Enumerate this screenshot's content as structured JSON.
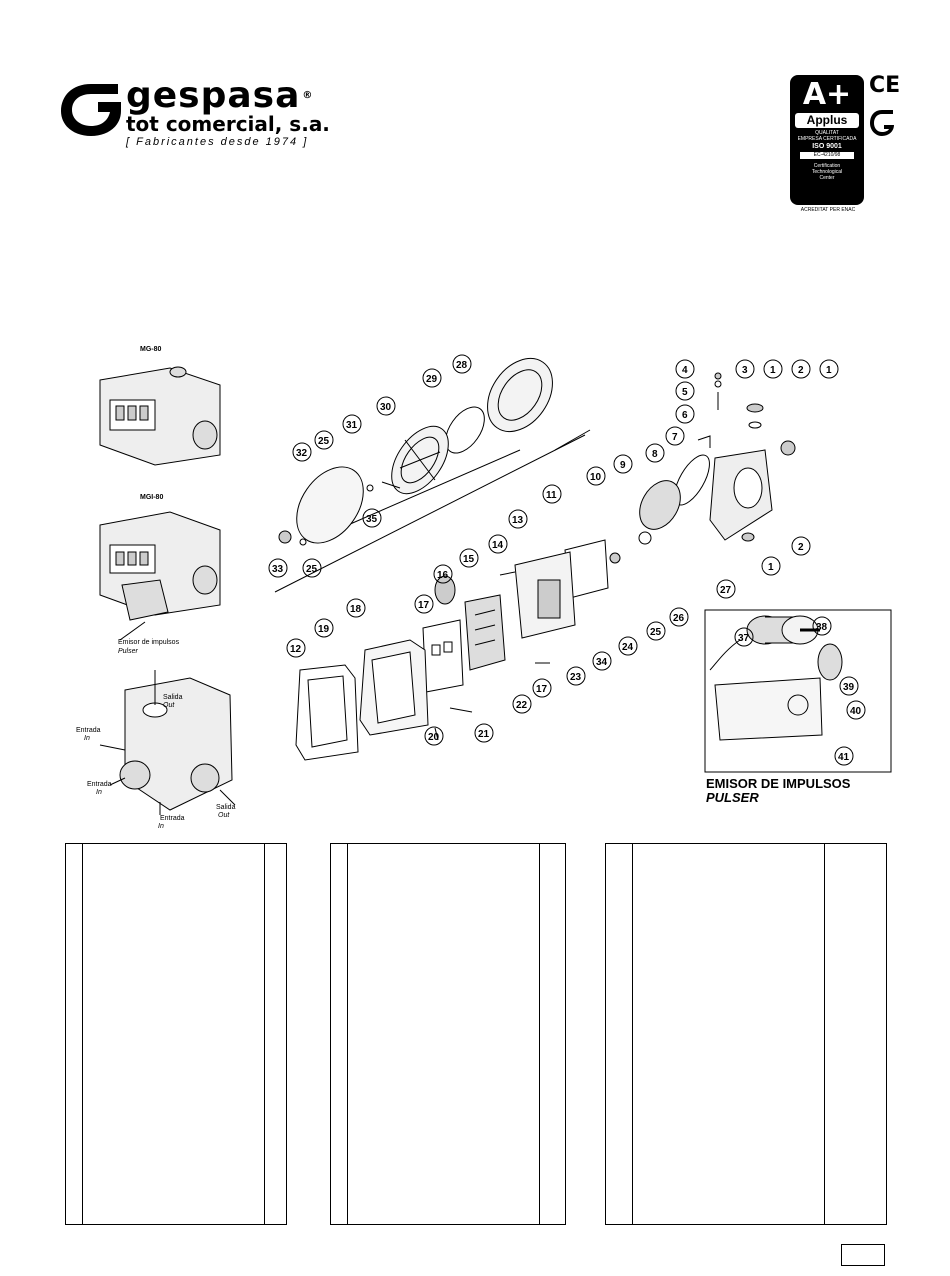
{
  "header": {
    "brand": "gespasa",
    "company": "tot comercial, s.a.",
    "tagline": "[ Fabricantes desde 1974 ]"
  },
  "certification": {
    "grade": "A+",
    "issuer": "Applus",
    "line1": "QUALITAT",
    "line2": "EMPRESA CERTIFICADA",
    "standard": "ISO 9001",
    "code": "EC-4210/98",
    "center_line1": "Certification",
    "center_line2": "Technological",
    "center_line3": "Center",
    "accreditation": "ACREDITAT PER ENAC",
    "ce_mark": "CE"
  },
  "figures": {
    "model_top": "MG-80",
    "model_mid": "MGI-80",
    "pulser_note_es": "Emisor de impulsos",
    "pulser_note_en": "Pulser",
    "salida": "Salida",
    "out": "Out",
    "entrada": "Entrada",
    "in": "In"
  },
  "pulser_box": {
    "title": "EMISOR DE IMPULSOS",
    "subtitle": "PULSER"
  },
  "callouts": [
    "1",
    "2",
    "3",
    "4",
    "5",
    "6",
    "7",
    "8",
    "9",
    "10",
    "11",
    "12",
    "13",
    "14",
    "15",
    "16",
    "17",
    "18",
    "19",
    "20",
    "21",
    "22",
    "23",
    "24",
    "25",
    "26",
    "27",
    "28",
    "29",
    "30",
    "31",
    "32",
    "33",
    "34",
    "35",
    "37",
    "38",
    "39",
    "40",
    "41"
  ],
  "parts_tables": [
    {
      "rows": []
    },
    {
      "rows": []
    },
    {
      "rows": []
    }
  ],
  "page_number": ""
}
